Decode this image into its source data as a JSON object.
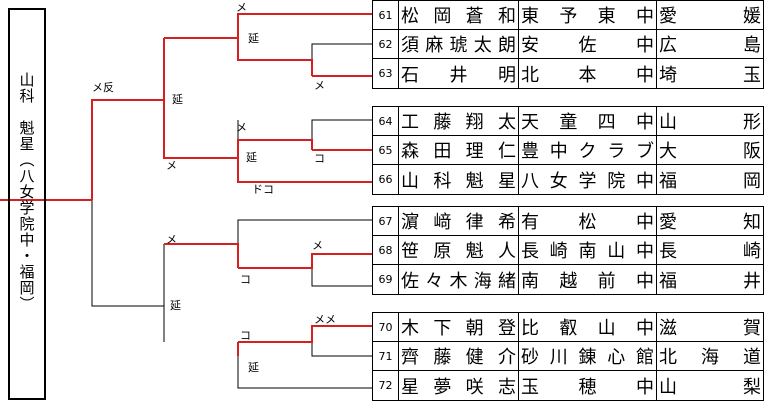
{
  "winner": {
    "text": "山科　魁星（八女学院中・福岡）"
  },
  "groups": [
    {
      "entries": [
        {
          "num": "61",
          "name": "松岡蒼和",
          "school": "東予東中",
          "pref": "愛媛"
        },
        {
          "num": "62",
          "name": "須麻琥太朗",
          "school": "安佐中",
          "pref": "広島"
        },
        {
          "num": "63",
          "name": "石井明",
          "school": "北本中",
          "pref": "埼玉"
        }
      ]
    },
    {
      "entries": [
        {
          "num": "64",
          "name": "工藤翔太",
          "school": "天童四中",
          "pref": "山形"
        },
        {
          "num": "65",
          "name": "森田理仁",
          "school": "豊中クラブ",
          "pref": "大阪"
        },
        {
          "num": "66",
          "name": "山科魁星",
          "school": "八女学院中",
          "pref": "福岡"
        }
      ]
    },
    {
      "entries": [
        {
          "num": "67",
          "name": "濵﨑律希",
          "school": "有松中",
          "pref": "愛知"
        },
        {
          "num": "68",
          "name": "笹原魁人",
          "school": "長崎南山中",
          "pref": "長崎"
        },
        {
          "num": "69",
          "name": "佐々木海緒",
          "school": "南越前中",
          "pref": "福井"
        }
      ]
    },
    {
      "entries": [
        {
          "num": "70",
          "name": "木下朝登",
          "school": "比叡山中",
          "pref": "滋賀"
        },
        {
          "num": "71",
          "name": "齊藤健介",
          "school": "砂川錬心館",
          "pref": "北海道"
        },
        {
          "num": "72",
          "name": "星夢咲志",
          "school": "玉穂中",
          "pref": "山梨"
        }
      ]
    }
  ],
  "labels": {
    "l1": "メ",
    "l2": "延",
    "l3": "メ",
    "l4": "メ反",
    "l5": "延",
    "l6": "メ",
    "l7": "メ",
    "l8": "延",
    "l9": "コ",
    "l10": "ドコ",
    "l11": "メ",
    "l12": "コ",
    "l13": "メ",
    "l14": "延",
    "l15": "コ",
    "l16": "メメ",
    "l17": "延"
  },
  "colors": {
    "win_line": "#d42020",
    "line": "#000000"
  }
}
